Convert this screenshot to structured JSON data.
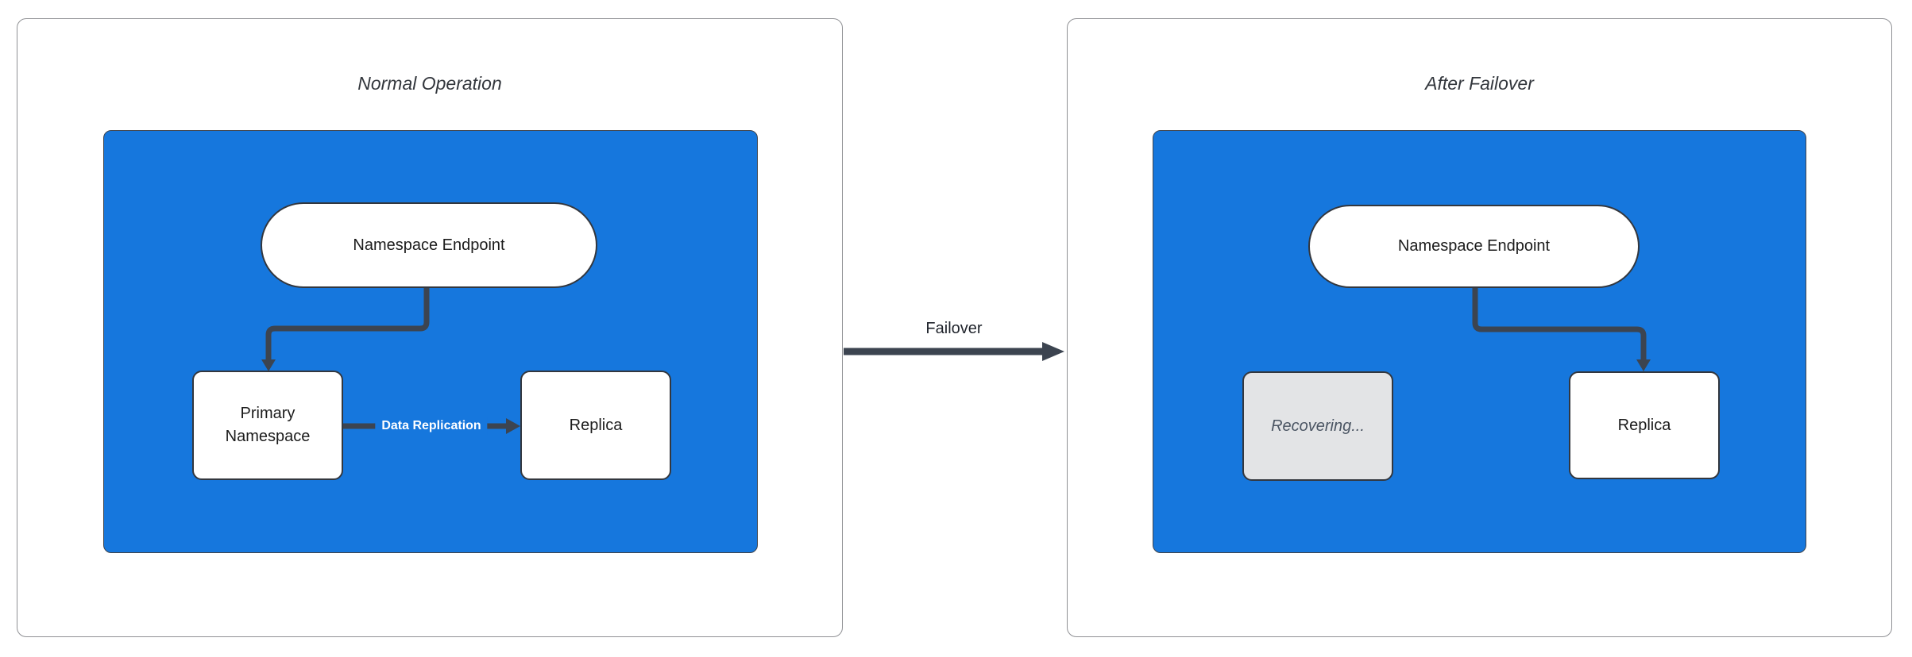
{
  "diagram_title": "",
  "colors": {
    "container_fill": "#1677dd",
    "node_fill": "#ffffff",
    "node_border": "#33373e",
    "inactive_fill": "#e3e4e6",
    "inactive_text": "#4b5563",
    "arrow": "#3c4450",
    "panel_border": "#8f9094",
    "title_text": "#33373d",
    "edge_label_text": "#ffffff",
    "node_text": "#1c1c1c"
  },
  "panels": [
    {
      "title": "Normal Operation",
      "nodes": [
        {
          "id": "namespace-endpoint",
          "label": "Namespace Endpoint",
          "shape": "pill",
          "state": "active"
        },
        {
          "id": "primary-namespace",
          "label": "Primary Namespace",
          "shape": "rect",
          "state": "active"
        },
        {
          "id": "replica",
          "label": "Replica",
          "shape": "rect",
          "state": "active"
        }
      ],
      "edges": [
        {
          "from": "namespace-endpoint",
          "to": "primary-namespace",
          "label": ""
        },
        {
          "from": "primary-namespace",
          "to": "replica",
          "label": "Data Replication"
        }
      ]
    },
    {
      "title": "After Failover",
      "nodes": [
        {
          "id": "namespace-endpoint",
          "label": "Namespace Endpoint",
          "shape": "pill",
          "state": "active"
        },
        {
          "id": "recovering",
          "label": "Recovering...",
          "shape": "rect",
          "state": "inactive"
        },
        {
          "id": "replica",
          "label": "Replica",
          "shape": "rect",
          "state": "active"
        }
      ],
      "edges": [
        {
          "from": "namespace-endpoint",
          "to": "replica",
          "label": ""
        }
      ]
    }
  ],
  "failover": {
    "label": "Failover"
  }
}
